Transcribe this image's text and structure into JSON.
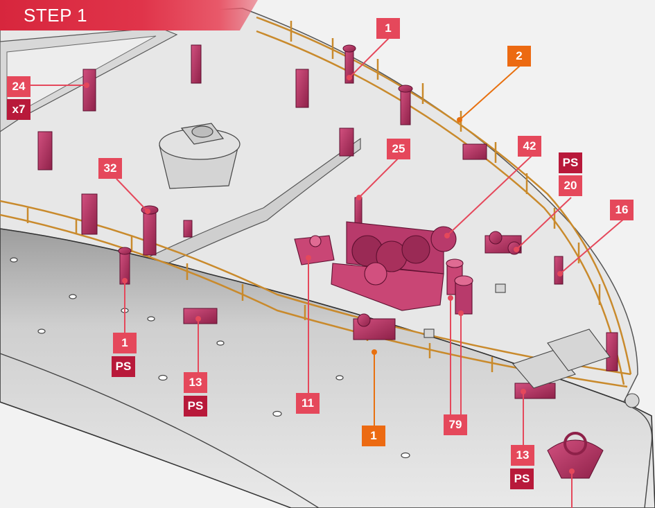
{
  "step": {
    "title": "STEP 1"
  },
  "colors": {
    "banner": "#d7263d",
    "part_label": "#e5485b",
    "qualifier_label": "#b8193a",
    "glued_part_label": "#ec6a12",
    "fitting": "#b83a6b",
    "railing": "#c98a2c",
    "deck": "#e6e6e6",
    "hull": "#bdbdbd"
  },
  "labels": {
    "l24": "24",
    "lx7": "x7",
    "l1a": "1",
    "l2": "2",
    "l32": "32",
    "l25": "25",
    "l42": "42",
    "lps_top": "PS",
    "l20": "20",
    "l16": "16",
    "l1b": "1",
    "lps1": "PS",
    "l13a": "13",
    "lps13a": "PS",
    "l11": "11",
    "l1c": "1",
    "l79": "79",
    "l13b": "13",
    "lps13b": "PS"
  }
}
